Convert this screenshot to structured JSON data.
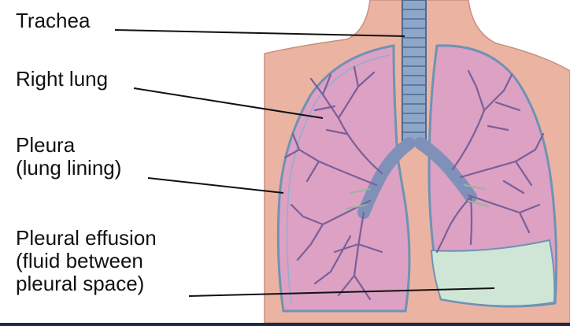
{
  "labels": {
    "trachea": "Trachea",
    "right_lung": "Right lung",
    "pleura_1": "Pleura",
    "pleura_2": "(lung lining)",
    "effusion_1": "Pleural effusion",
    "effusion_2": "(fluid between",
    "effusion_3": "pleural space)"
  },
  "colors": {
    "skin": "#ebb4a2",
    "lung_fill": "#dca1c3",
    "lung_outline": "#6e93b5",
    "bronchi": "#7f91b8",
    "airways": "#7a5f9a",
    "effusion_fluid": "#cfe6d6",
    "leader_line": "#111111"
  }
}
